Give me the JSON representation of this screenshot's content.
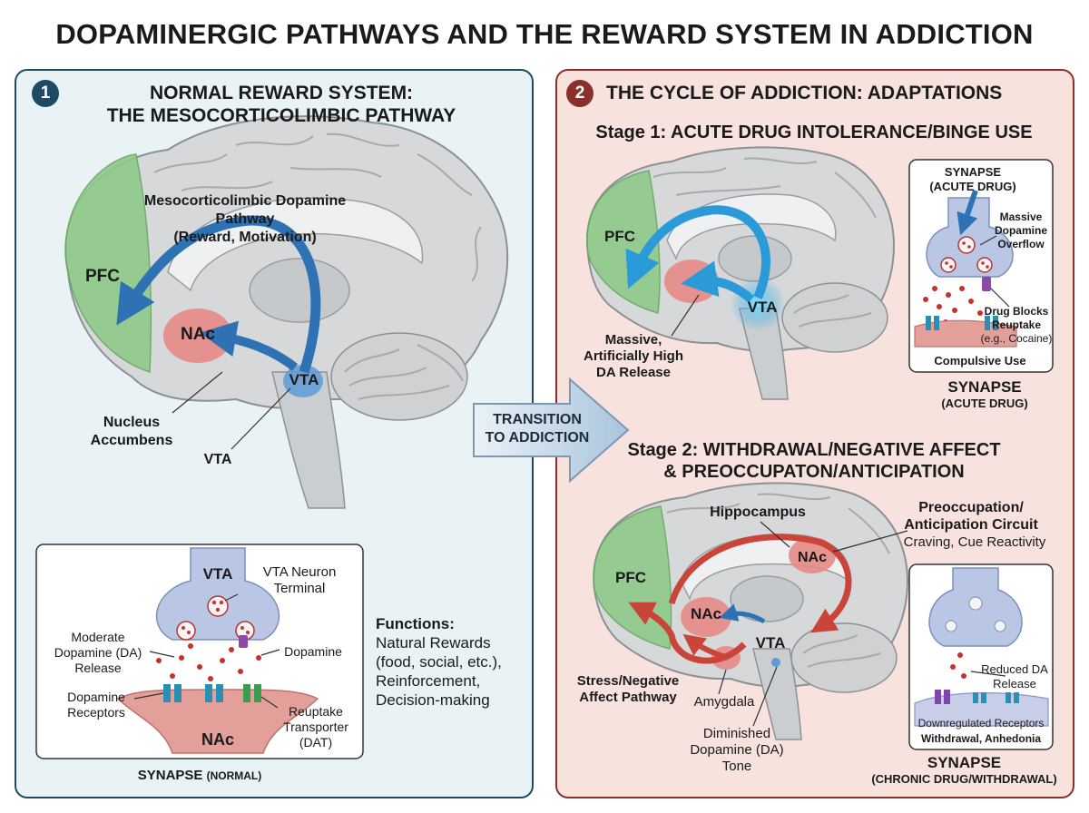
{
  "title": "DOPAMINERGIC PATHWAYS AND THE REWARD SYSTEM IN ADDICTION",
  "colors": {
    "blue_panel": "#e9f2f5",
    "red_panel": "#f7e2dd",
    "pathway_blue": "#2f72b4",
    "pathway_red": "#c9453a",
    "pfc_green": "#8fc98a",
    "nac_red": "#e58a86"
  },
  "panel1": {
    "number": "1",
    "title_line1": "NORMAL REWARD SYSTEM:",
    "title_line2": "THE MESOCORTICOLIMBIC PATHWAY",
    "pathway_line1": "Mesocorticolimbic Dopamine Pathway",
    "pathway_line2": "(Reward, Motivation)",
    "pfc": "PFC",
    "nac": "NAc",
    "vta": "VTA",
    "nucleus_line1": "Nucleus",
    "nucleus_line2": "Accumbens",
    "vta_label": "VTA",
    "synapse": {
      "vta": "VTA",
      "terminal_line1": "VTA Neuron",
      "terminal_line2": "Terminal",
      "moderate_line1": "Moderate",
      "moderate_line2": "Dopamine (DA)",
      "moderate_line3": "Release",
      "dopamine": "Dopamine",
      "receptors_line1": "Dopamine",
      "receptors_line2": "Receptors",
      "reuptake_line1": "Reuptake",
      "reuptake_line2": "Transporter",
      "reuptake_line3": "(DAT)",
      "nac": "NAc",
      "caption_bold": "SYNAPSE",
      "caption_rest": "(NORMAL)"
    },
    "functions": {
      "title": "Functions:",
      "line1": "Natural Rewards",
      "line2": "(food, social, etc.),",
      "line3": "Reinforcement,",
      "line4": "Decision-making"
    }
  },
  "transition": {
    "line1": "TRANSITION",
    "line2": "TO ADDICTION"
  },
  "panel2": {
    "number": "2",
    "title": "THE CYCLE OF ADDICTION: ADAPTATIONS",
    "stage1": {
      "title": "Stage 1: ACUTE DRUG INTOLERANCE/BINGE USE",
      "pfc": "PFC",
      "vta": "VTA",
      "massive_line1": "Massive,",
      "massive_line2": "Artificially High",
      "massive_line3": "DA Release",
      "synapse_top_line1": "SYNAPSE",
      "synapse_top_line2": "(ACUTE DRUG)",
      "overflow_line1": "Massive",
      "overflow_line2": "Dopamine",
      "overflow_line3": "Overflow",
      "blocks_line1": "Drug Blocks",
      "blocks_line2": "Reuptake",
      "blocks_line3": "(e.g., Cocaine)",
      "compulsive": "Compulsive Use",
      "synapse_caption_line1": "SYNAPSE",
      "synapse_caption_line2": "(ACUTE DRUG)"
    },
    "stage2": {
      "title_line1": "Stage 2: WITHDRAWAL/NEGATIVE AFFECT",
      "title_line2": "& PREOCCUPATON/ANTICIPATION",
      "hippocampus": "Hippocampus",
      "preocc_line1": "Preoccupation/",
      "preocc_line2": "Anticipation Circuit",
      "craving": "Craving, Cue Reactivity",
      "pfc": "PFC",
      "nac_top": "NAc",
      "nac_mid": "NAc",
      "vta": "VTA",
      "stress_line1": "Stress/Negative",
      "stress_line2": "Affect Pathway",
      "amygdala": "Amygdala",
      "diminished_line1": "Diminished",
      "diminished_line2": "Dopamine (DA)",
      "diminished_line3": "Tone",
      "reduced_line1": "Reduced DA",
      "reduced_line2": "Release",
      "downreg": "Downregulated Receptors",
      "withdrawal": "Withdrawal, Anhedonia",
      "synapse_caption_line1": "SYNAPSE",
      "synapse_caption_line2": "(CHRONIC DRUG/WITHDRAWAL)"
    }
  }
}
